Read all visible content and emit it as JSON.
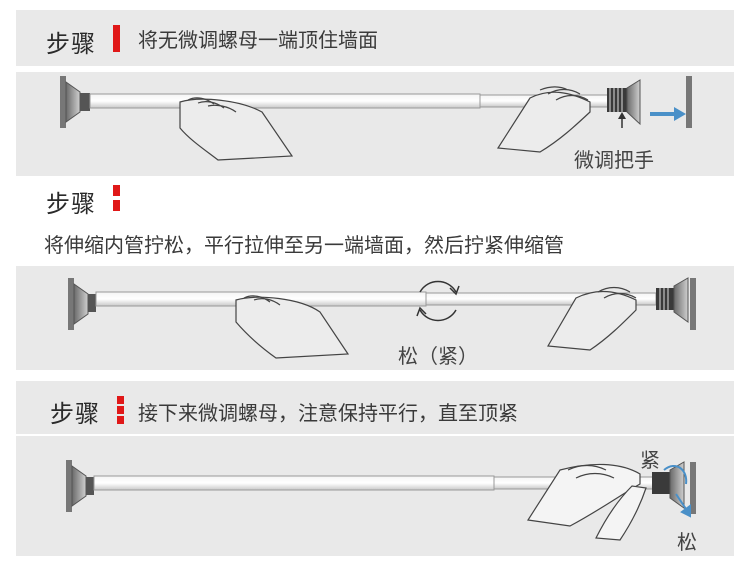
{
  "steps": [
    {
      "title": "步骤",
      "description": "将无微调螺母一端顶住墙面",
      "callout": "微调把手"
    },
    {
      "title": "步骤",
      "description": "将伸缩内管拧松，平行拉伸至另一端墙面，然后拧紧伸缩管",
      "callout": "松（紧）"
    },
    {
      "title": "步骤",
      "description": "接下来微调螺母，注意保持平行，直至顶紧",
      "callout_tight": "紧",
      "callout_loose": "松"
    }
  ],
  "colors": {
    "accent_red": "#e01818",
    "arrow_blue": "#4a90c8",
    "band_gray": "#e9e9e9"
  },
  "icons": [
    "hand-icon",
    "rotate-arrows-icon",
    "up-arrow-icon",
    "right-arrow-icon"
  ]
}
